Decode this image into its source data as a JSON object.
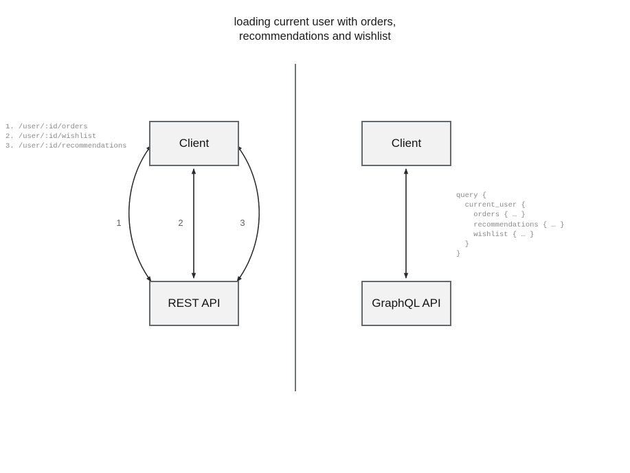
{
  "title": "loading current user with orders,\nrecommendations and wishlist",
  "divider": {
    "name": "vertical-divider",
    "color": "#6f7478"
  },
  "theme": {
    "node_fill": "#f2f2f2",
    "node_border": "#63686c",
    "edge_stroke": "#2b2b2b",
    "label_color": "#636363",
    "code_color": "#8a8a8a",
    "title_color": "#1a1a1a"
  },
  "rest_panel": {
    "client_label": "Client",
    "api_label": "REST API",
    "endpoints": "1. /user/:id/orders\n2. /user/:id/wishlist\n3. /user/:id/recommendations",
    "edges": [
      {
        "id": "1",
        "label": "1",
        "shape": "curve-left",
        "arrowheads": "both"
      },
      {
        "id": "2",
        "label": "2",
        "shape": "straight",
        "arrowheads": "both"
      },
      {
        "id": "3",
        "label": "3",
        "shape": "curve-right",
        "arrowheads": "both"
      }
    ]
  },
  "graphql_panel": {
    "client_label": "Client",
    "api_label": "GraphQL API",
    "query": "query {\n  current_user {\n    orders { … }\n    recommendations { … }\n    wishlist { … }\n  }\n}",
    "edges": [
      {
        "id": "gql",
        "shape": "straight",
        "arrowheads": "both"
      }
    ]
  }
}
